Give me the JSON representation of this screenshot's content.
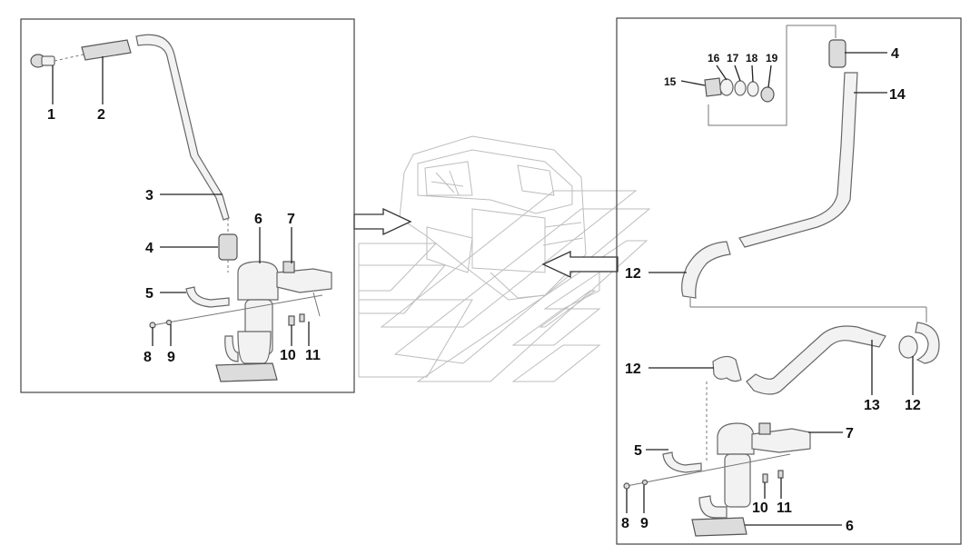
{
  "diagram": {
    "left_panel": {
      "callouts": [
        "1",
        "2",
        "3",
        "4",
        "5",
        "6",
        "7",
        "8",
        "9",
        "10",
        "11"
      ]
    },
    "right_panel": {
      "callouts": [
        "4",
        "14",
        "15",
        "16",
        "17",
        "18",
        "19",
        "12",
        "12",
        "13",
        "12",
        "5",
        "7",
        "8",
        "9",
        "10",
        "11",
        "6"
      ]
    }
  },
  "style": {
    "line_color": "#222222",
    "part_fill": "#f2f2f2",
    "ghost_color": "#bdbdbd"
  }
}
